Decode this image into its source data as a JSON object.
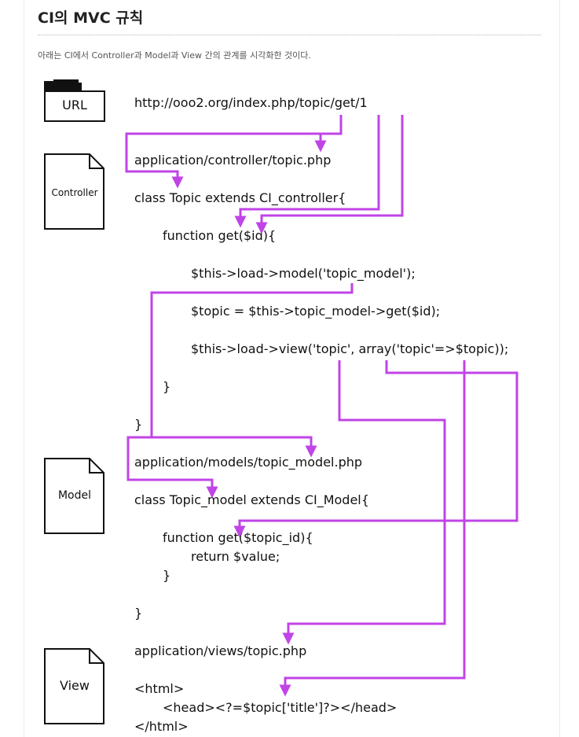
{
  "title": "CI의 MVC 규칙",
  "description": "아래는 CI에서 Controller과 Model과 View 간의 관계를 시각화한 것이다.",
  "icons": {
    "url": "URL",
    "controller": "Controller",
    "model": "Model",
    "view": "View"
  },
  "code": {
    "url": "http://ooo2.org/index.php/topic/get/1",
    "controller_path": "application/controller/topic.php",
    "controller_class": "class Topic extends CI_controller{",
    "controller_func": "function get($id){",
    "load_model": "$this->load->model('topic_model');",
    "topic_assign": "$topic = $this->topic_model->get($id);",
    "load_view": "$this->load->view('topic', array('topic'=>$topic));",
    "func_close": "}",
    "class_close": "}",
    "model_path": "application/models/topic_model.php",
    "model_class": "class Topic_model extends CI_Model{",
    "model_func": "function get($topic_id){",
    "model_return": "return $value;",
    "model_func_close": "}",
    "model_class_close": "}",
    "view_path": "application/views/topic.php",
    "html_open": "<html>",
    "html_head": "<head><?=$topic['title']?></head>",
    "html_close": "</html>"
  },
  "accent_color": "#c044e6"
}
